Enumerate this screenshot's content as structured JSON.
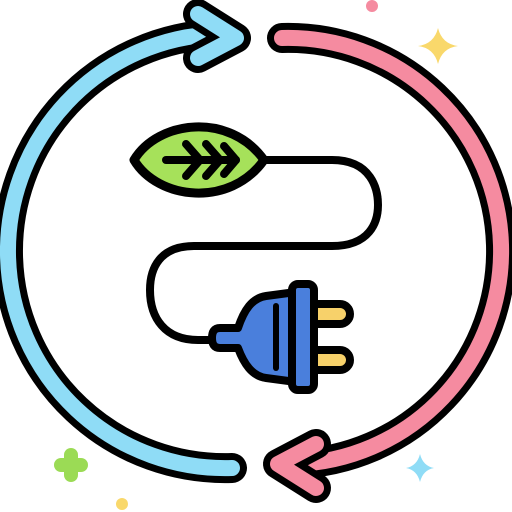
{
  "icon": {
    "name": "renewable-energy-cycle-icon",
    "parts": [
      "cycle-arrow-left",
      "cycle-arrow-right",
      "leaf-icon",
      "power-cable",
      "electric-plug-icon",
      "sparkle-decorations"
    ]
  },
  "colors": {
    "outline": "#000000",
    "arrow_left": "#8fdcf6",
    "arrow_right": "#f58ba0",
    "leaf": "#a6e15a",
    "plug_body": "#4a7fdc",
    "plug_prongs": "#f7d16a",
    "sparkle_yellow": "#f9d86b",
    "sparkle_green": "#9bdb55",
    "sparkle_blue": "#8fdcf6",
    "dot_pink": "#f58ba0",
    "dot_yellow": "#f9d86b"
  }
}
